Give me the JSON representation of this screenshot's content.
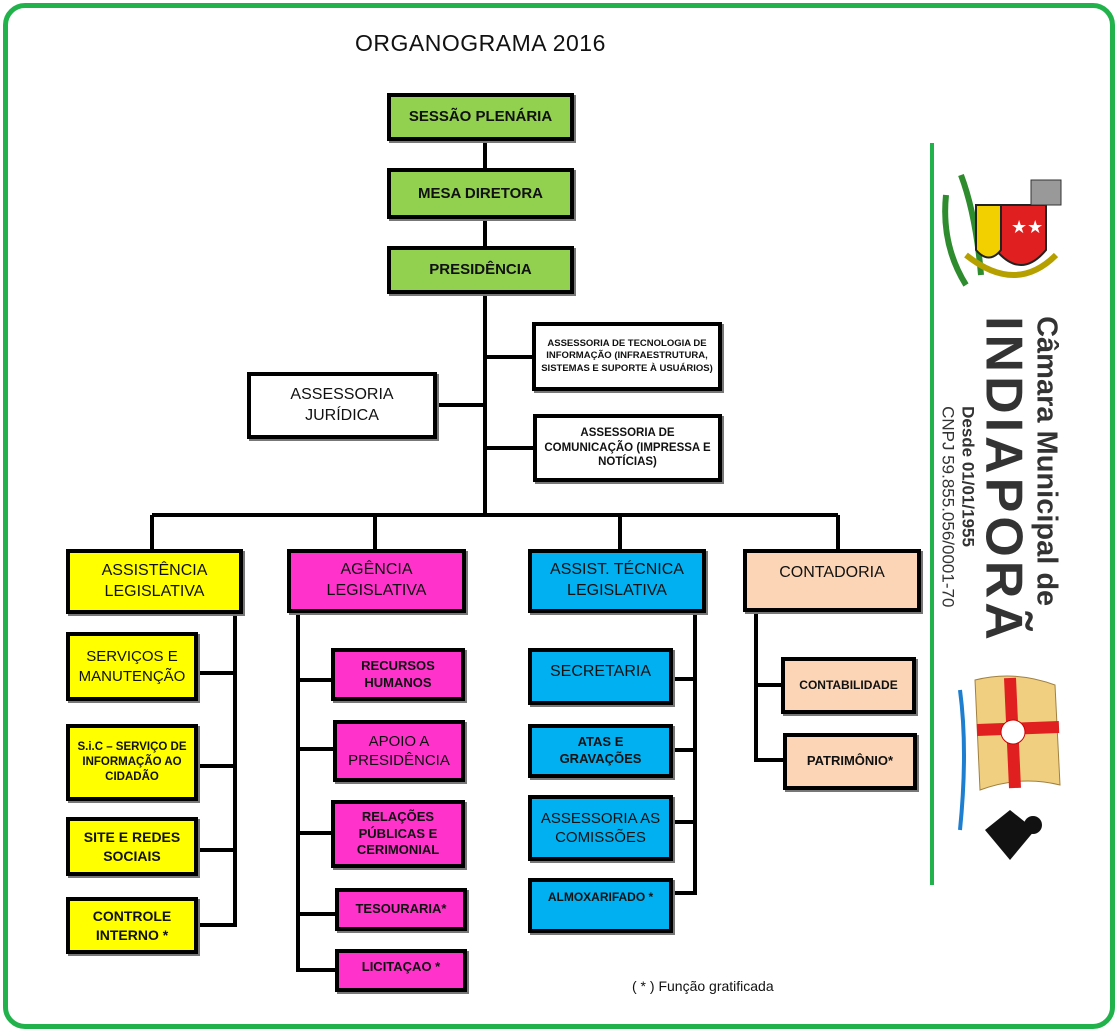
{
  "title": "ORGANOGRAMA 2016",
  "top": [
    "SESSÃO PLENÁRIA",
    "MESA DIRETORA",
    "PRESIDÊNCIA"
  ],
  "assessorias": {
    "ti": "ASSESSORIA DE TECNOLOGIA DE INFORMAÇÃO (INFRAESTRUTURA, SISTEMAS E SUPORTE À USUÁRIOS)",
    "juridica": "ASSESSORIA JURÍDICA",
    "comunicacao": "ASSESSORIA DE COMUNICAÇÃO (IMPRESSA E NOTÍCIAS)"
  },
  "departments": [
    {
      "label": "ASSISTÊNCIA LEGISLATIVA",
      "color": "#ffff00",
      "children": [
        "SERVIÇOS E MANUTENÇÃO",
        "S.i.C – SERVIÇO DE INFORMAÇÃO AO CIDADÃO",
        "SITE E REDES SOCIAIS",
        "CONTROLE INTERNO *"
      ]
    },
    {
      "label": "AGÊNCIA LEGISLATIVA",
      "color": "#ff33cc",
      "children": [
        "RECURSOS HUMANOS",
        "APOIO A PRESIDÊNCIA",
        "RELAÇÕES PÚBLICAS E CERIMONIAL",
        "TESOURARIA*",
        "LICITAÇAO *"
      ]
    },
    {
      "label": "ASSIST. TÉCNICA LEGISLATIVA",
      "color": "#00b0f0",
      "children": [
        "SECRETARIA",
        "ATAS E GRAVAÇÕES",
        "ASSESSORIA AS COMISSÕES",
        "ALMOXARIFADO *"
      ]
    },
    {
      "label": "CONTADORIA",
      "color": "#fbd5b5",
      "children": [
        "CONTABILIDADE",
        "PATRIMÔNIO*"
      ]
    }
  ],
  "brand": {
    "line1": "Câmara Municipal de",
    "line2": "INDIAPORÃ",
    "since": "Desde 01/01/1955",
    "cnpj": "CNPJ 59.855.056/0001-70"
  },
  "footnote": "( * )  Função gratificada"
}
